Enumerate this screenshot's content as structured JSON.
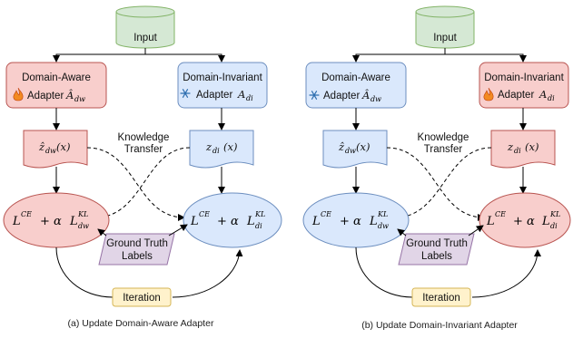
{
  "panels": [
    {
      "input_label": "Input",
      "left_adapter": {
        "name": "Domain-Aware",
        "word": "Adapter",
        "symbol": "Â",
        "subscript": "dw",
        "icon": "flame-icon"
      },
      "right_adapter": {
        "name": "Domain-Invariant",
        "word": "Adapter",
        "symbol": "A",
        "subscript": "di",
        "icon": "snowflake-icon"
      },
      "left_output": {
        "symbol": "ẑ",
        "subscript": "dw",
        "arg": "(x)"
      },
      "right_output": {
        "symbol": "z",
        "subscript": "di",
        "arg": "(x)"
      },
      "transfer_line1": "Knowledge",
      "transfer_line2": "Transfer",
      "left_loss": {
        "ce": "L",
        "ce_sup": "CE",
        "plus": "+ α",
        "kl": "L",
        "kl_sup": "KL",
        "kl_sub": "dw"
      },
      "right_loss": {
        "ce": "L",
        "ce_sup": "CE",
        "plus": "+ α",
        "kl": "L",
        "kl_sup": "KL",
        "kl_sub": "di"
      },
      "ground_truth_line1": "Ground Truth",
      "ground_truth_line2": "Labels",
      "iteration_label": "Iteration",
      "caption": "(a) Update Domain-Aware Adapter"
    },
    {
      "input_label": "Input",
      "left_adapter": {
        "name": "Domain-Aware",
        "word": "Adapter",
        "symbol": "Â",
        "subscript": "dw",
        "icon": "snowflake-icon"
      },
      "right_adapter": {
        "name": "Domain-Invariant",
        "word": "Adapter",
        "symbol": "A",
        "subscript": "di",
        "icon": "flame-icon"
      },
      "left_output": {
        "symbol": "ẑ",
        "subscript": "dw",
        "arg": "(x)"
      },
      "right_output": {
        "symbol": "z",
        "subscript": "di",
        "arg": "(x)"
      },
      "transfer_line1": "Knowledge",
      "transfer_line2": "Transfer",
      "left_loss": {
        "ce": "L",
        "ce_sup": "CE",
        "plus": "+ α",
        "kl": "L",
        "kl_sup": "KL",
        "kl_sub": "dw"
      },
      "right_loss": {
        "ce": "L",
        "ce_sup": "CE",
        "plus": "+ α",
        "kl": "L",
        "kl_sup": "KL",
        "kl_sub": "di"
      },
      "ground_truth_line1": "Ground Truth",
      "ground_truth_line2": "Labels",
      "iteration_label": "Iteration",
      "caption": "(b) Update Domain-Invariant Adapter"
    }
  ],
  "colors": {
    "input_fill": "#d5e8d4",
    "input_stroke": "#82b366",
    "red_fill": "#f8cecc",
    "red_stroke": "#b85450",
    "blue_fill": "#dae8fc",
    "blue_stroke": "#6c8ebf",
    "gt_fill": "#e1d5e7",
    "gt_stroke": "#9673a6",
    "iter_fill": "#fff2cc",
    "iter_stroke": "#d6b656"
  }
}
